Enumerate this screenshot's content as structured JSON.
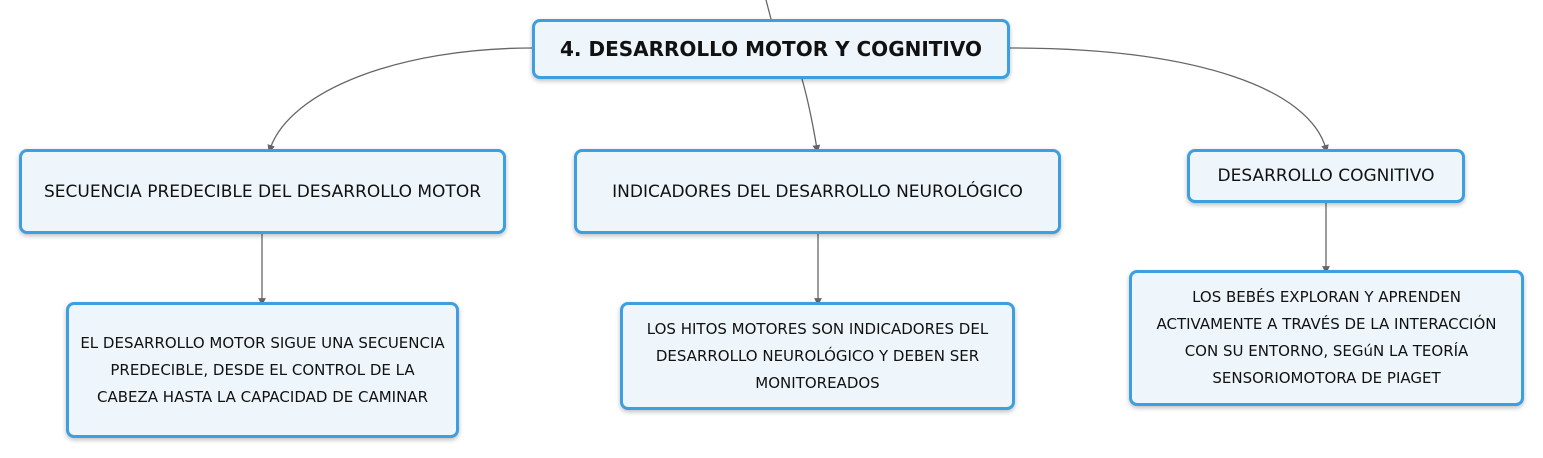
{
  "root": {
    "label": "4. DESARROLLO MOTOR Y COGNITIVO"
  },
  "topics": [
    {
      "label": "SECUENCIA PREDECIBLE DEL DESARROLLO MOTOR",
      "detail": "EL DESARROLLO MOTOR SIGUE UNA SECUENCIA PREDECIBLE, DESDE EL CONTROL DE LA CABEZA HASTA LA CAPACIDAD DE CAMINAR"
    },
    {
      "label": "INDICADORES DEL DESARROLLO NEUROLÓGICO",
      "detail": "LOS HITOS MOTORES SON INDICADORES DEL DESARROLLO NEUROLÓGICO Y DEBEN SER MONITOREADOS"
    },
    {
      "label": "DESARROLLO COGNITIVO",
      "detail": "LOS BEBÉS EXPLORAN Y APRENDEN ACTIVAMENTE A TRAVÉS DE LA INTERACCIÓN CON SU ENTORNO, SEGúN LA TEORÍA SENSORIOMOTORA DE PIAGET"
    }
  ],
  "colors": {
    "node_border": "#3d9fe0",
    "node_fill": "#eef6fc",
    "connector": "#666666"
  }
}
